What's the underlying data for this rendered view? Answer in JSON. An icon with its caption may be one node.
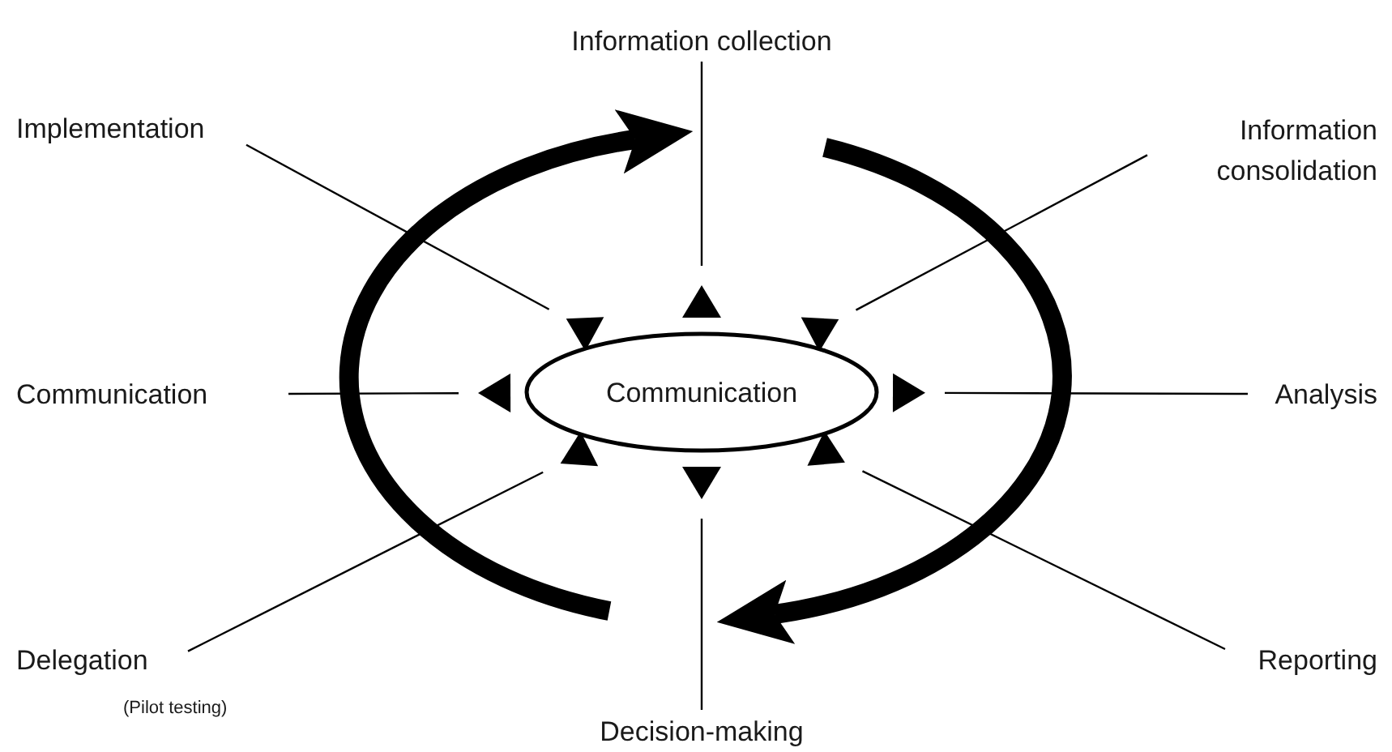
{
  "diagram": {
    "nodes": [
      {
        "text": [
          "Communication"
        ]
      },
      {
        "text": [
          "Information collection"
        ]
      },
      {
        "text": [
          "Information consolidation"
        ]
      },
      {
        "text": [
          "Analysis"
        ]
      },
      {
        "text": [
          "Reporting"
        ]
      },
      {
        "text": [
          "Decision-making"
        ]
      },
      {
        "text": [
          "Delegation"
        ]
      },
      {
        "text": [
          "Communication"
        ]
      },
      {
        "text": [
          "Implementation"
        ]
      }
    ],
    "edges": [
      {
        "from": 0,
        "to": 1,
        "arrow": "to"
      },
      {
        "from": 0,
        "to": 2,
        "arrow": "to"
      },
      {
        "from": 0,
        "to": 3,
        "arrow": "to"
      },
      {
        "from": 0,
        "to": 4,
        "arrow": "to"
      },
      {
        "from": 0,
        "to": 5,
        "arrow": "to"
      },
      {
        "from": 0,
        "to": 6,
        "arrow": "to"
      },
      {
        "from": 0,
        "to": 7,
        "arrow": "to"
      },
      {
        "from": 0,
        "to": 8,
        "arrow": "to"
      }
    ],
    "labels": [
      "(Pilot testing)"
    ]
  }
}
